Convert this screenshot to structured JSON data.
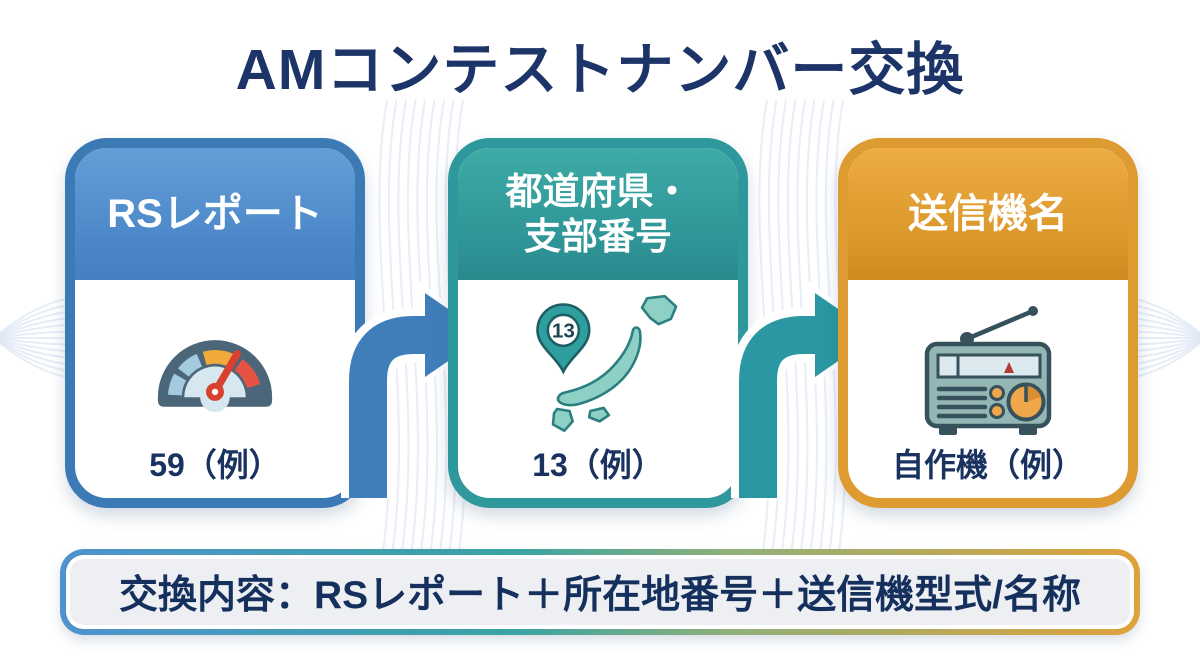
{
  "title": "AMコンテストナンバー交換",
  "cards": [
    {
      "id": "rs-report",
      "header_lines": [
        "RSレポート"
      ],
      "value": "59（例）",
      "icon": "gauge-icon",
      "accent": "#3c7ab6"
    },
    {
      "id": "prefecture-branch-number",
      "header_lines": [
        "都道府県・",
        "支部番号"
      ],
      "value": "13（例）",
      "icon": "japan-map-pin-icon",
      "pin_number": "13",
      "accent": "#2e989c"
    },
    {
      "id": "transmitter-name",
      "header_lines": [
        "送信機名"
      ],
      "value": "自作機（例）",
      "icon": "radio-icon",
      "accent": "#de9b31"
    }
  ],
  "footer": {
    "text": "交換内容：RSレポート＋所在地番号＋送信機型式/名称"
  },
  "colors": {
    "title_text": "#1c3468",
    "value_text": "#1a3260",
    "arrow_1": "#3f7eb9",
    "arrow_2": "#2b97a3",
    "card1_accent": "#3c7ab6",
    "card2_accent": "#2e989c",
    "card3_accent": "#de9b31",
    "banner_background": "#edeff2",
    "banner_border_left": "#4e93cc",
    "banner_border_middle": "#3aa3a3",
    "banner_border_right": "#dfa23c"
  }
}
